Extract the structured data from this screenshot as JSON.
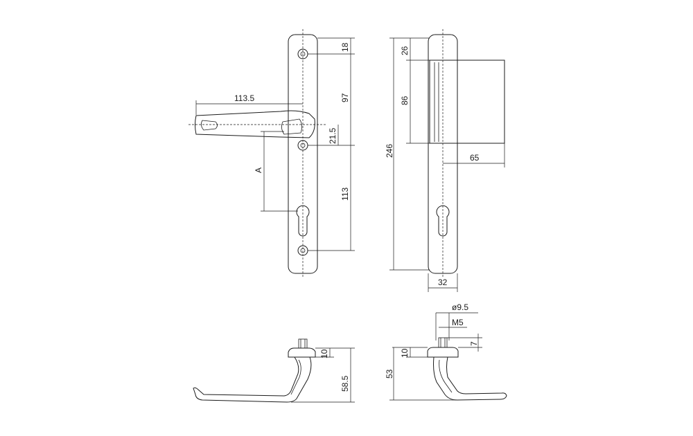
{
  "dimensions": {
    "front_plate_hole_offset": "18",
    "handle_to_hole": "97",
    "handle_length": "113.5",
    "handle_axis_offset": "21.5",
    "backset_label": "A",
    "hole_to_hole_lower": "113",
    "plate_height": "246",
    "side_top_offset": "26",
    "side_handle_height": "86",
    "side_projection": "65",
    "plate_width": "32",
    "spindle_diameter": "ø9.5",
    "screw_thread": "M5",
    "screw_height": "7",
    "rosette_height_left": "10",
    "handle_height_left": "58.5",
    "rosette_height_right": "10",
    "handle_height_right": "53"
  }
}
